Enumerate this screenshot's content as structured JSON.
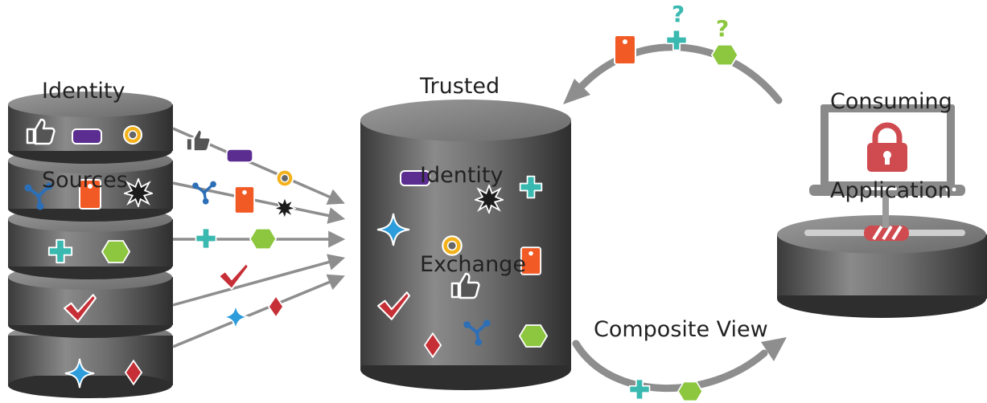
{
  "labels": {
    "identity_sources": [
      "Identity",
      "Sources"
    ],
    "trusted_identity_exchange": [
      "Trusted",
      "Identity",
      "Exchange"
    ],
    "consuming_application": [
      "Consuming",
      "Application"
    ],
    "composite_view": "Composite View"
  },
  "glyphs": {
    "question_mark": "?"
  },
  "colors": {
    "purple": "#5b2d91",
    "orange": "#f15a24",
    "teal": "#3ab9b0",
    "green": "#8dc63f",
    "blue": "#2d9cdb",
    "red": "#c62f36",
    "yellow": "#f3b21b",
    "lock_red": "#cf4b4f",
    "dark": "#1c1c1c",
    "arrow_gray": "#8e8e8e"
  },
  "icons": [
    "thumbs-up-icon",
    "badge-icon",
    "ring-icon",
    "network-icon",
    "id-card-icon",
    "starburst-icon",
    "plus-icon",
    "hexagon-icon",
    "checkmark-icon",
    "sparkle-star-icon",
    "diamond-icon",
    "padlock-icon",
    "laptop-icon",
    "question-mark-icon"
  ]
}
